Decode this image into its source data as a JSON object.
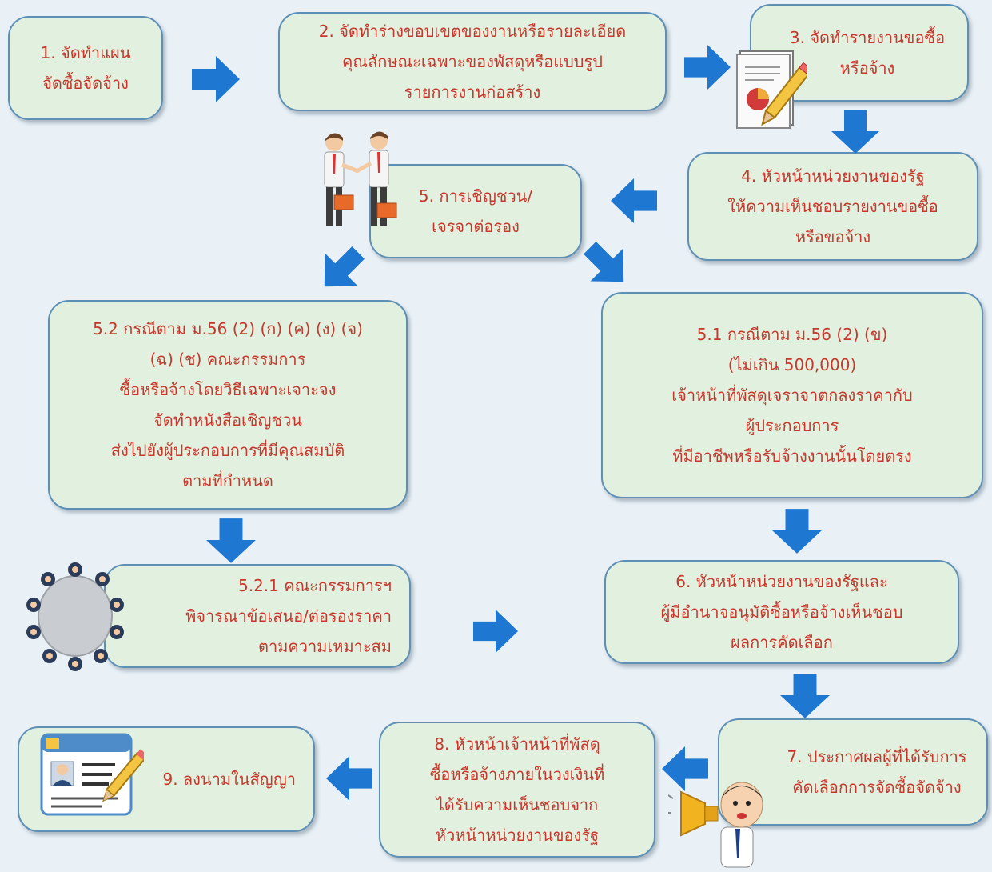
{
  "steps": {
    "s1": [
      "1. จัดทำแผน",
      "จัดซื้อจัดจ้าง"
    ],
    "s2": [
      "2. จัดทำร่างขอบเขตของงานหรือรายละเอียด",
      "คุณลักษณะเฉพาะของพัสดุหรือแบบรูป",
      "รายการงานก่อสร้าง"
    ],
    "s3": [
      "3. จัดทำรายงานขอซื้อ",
      "หรือจ้าง"
    ],
    "s4": [
      "4. หัวหน้าหน่วยงานของรัฐ",
      "ให้ความเห็นชอบรายงานขอซื้อ",
      "หรือขอจ้าง"
    ],
    "s5": [
      "5. การเชิญชวน/",
      "เจรจาต่อรอง"
    ],
    "s52": [
      "5.2 กรณีตาม ม.56 (2) (ก) (ค) (ง) (จ)",
      "(ฉ) (ช) คณะกรรมการ",
      "ซื้อหรือจ้างโดยวิธีเฉพาะเจาะจง",
      "จัดทำหนังสือเชิญชวน",
      "ส่งไปยังผู้ประกอบการที่มีคุณสมบัติ",
      "ตามที่กำหนด"
    ],
    "s51": [
      "5.1 กรณีตาม ม.56 (2) (ข)",
      "(ไม่เกิน 500,000)",
      "เจ้าหน้าที่พัสดุเจราจาตกลงราคากับ",
      "ผู้ประกอบการ",
      "ที่มีอาชีพหรือรับจ้างงานนั้นโดยตรง"
    ],
    "s521": [
      "5.2.1 คณะกรรมการฯ",
      "พิจารณาข้อเสนอ/ต่อรองราคา",
      "ตามความเหมาะสม"
    ],
    "s6": [
      "6. หัวหน้าหน่วยงานของรัฐและ",
      "ผู้มีอำนาจอนุมัติซื้อหรือจ้างเห็นชอบ",
      "ผลการคัดเลือก"
    ],
    "s7": [
      "7. ประกาศผลผู้ที่ได้รับการ",
      "คัดเลือกการจัดซื้อจัดจ้าง"
    ],
    "s8": [
      "8. หัวหน้าเจ้าหน้าที่พัสดุ",
      "ซื้อหรือจ้างภายในวงเงินที่",
      "ได้รับความเห็นชอบจาก",
      "หัวหน้าหน่วยงานของรัฐ"
    ],
    "s9": [
      "9. ลงนามในสัญญา"
    ]
  },
  "colors": {
    "box_fill": "#e2f0df",
    "box_border": "#5e8fb5",
    "text": "#c5382b",
    "arrow": "#1e78d2",
    "background": "#e9f1f7"
  },
  "icons": [
    "report-icon",
    "handshake-icon",
    "meeting-table-icon",
    "megaphone-man-icon",
    "contract-icon"
  ]
}
